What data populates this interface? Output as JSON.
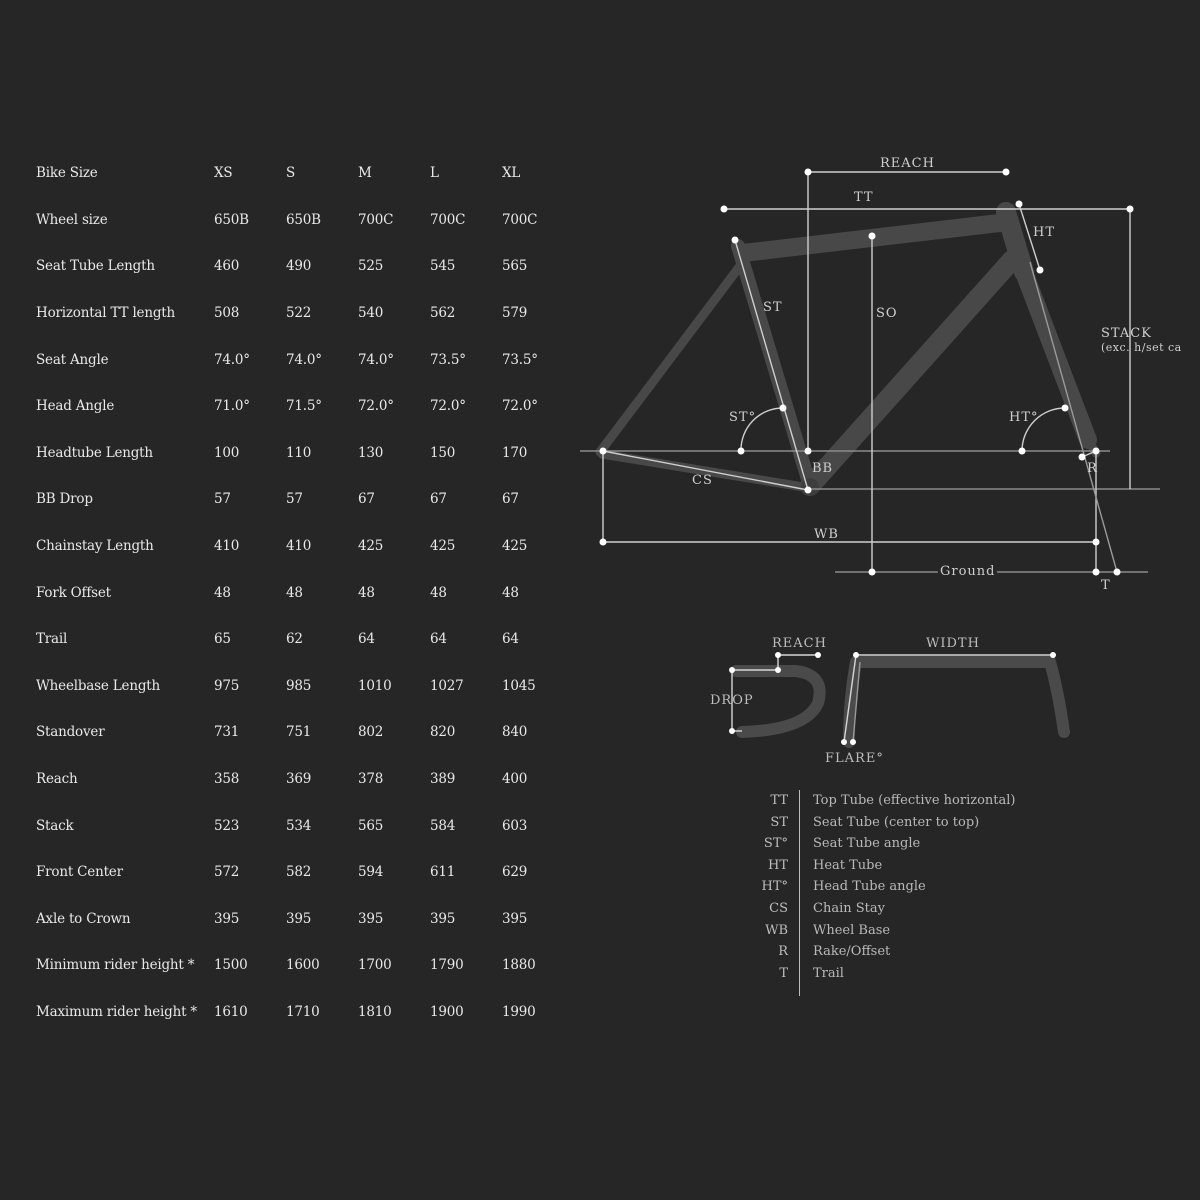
{
  "table": {
    "header": {
      "label": "Bike Size",
      "sizes": [
        "XS",
        "S",
        "M",
        "L",
        "XL"
      ]
    },
    "rows": [
      {
        "label": "Wheel size",
        "values": [
          "650B",
          "650B",
          "700C",
          "700C",
          "700C"
        ]
      },
      {
        "label": "Seat Tube Length",
        "values": [
          "460",
          "490",
          "525",
          "545",
          "565"
        ]
      },
      {
        "label": "Horizontal TT length",
        "values": [
          "508",
          "522",
          "540",
          "562",
          "579"
        ]
      },
      {
        "label": "Seat Angle",
        "values": [
          "74.0°",
          "74.0°",
          "74.0°",
          "73.5°",
          "73.5°"
        ]
      },
      {
        "label": "Head Angle",
        "values": [
          "71.0°",
          "71.5°",
          "72.0°",
          "72.0°",
          "72.0°"
        ]
      },
      {
        "label": "Headtube Length",
        "values": [
          "100",
          "110",
          "130",
          "150",
          "170"
        ]
      },
      {
        "label": "BB Drop",
        "values": [
          "57",
          "57",
          "67",
          "67",
          "67"
        ]
      },
      {
        "label": "Chainstay Length",
        "values": [
          "410",
          "410",
          "425",
          "425",
          "425"
        ]
      },
      {
        "label": "Fork Offset",
        "values": [
          "48",
          "48",
          "48",
          "48",
          "48"
        ]
      },
      {
        "label": "Trail",
        "values": [
          "65",
          "62",
          "64",
          "64",
          "64"
        ]
      },
      {
        "label": "Wheelbase Length",
        "values": [
          "975",
          "985",
          "1010",
          "1027",
          "1045"
        ]
      },
      {
        "label": "Standover",
        "values": [
          "731",
          "751",
          "802",
          "820",
          "840"
        ]
      },
      {
        "label": "Reach",
        "values": [
          "358",
          "369",
          "378",
          "389",
          "400"
        ]
      },
      {
        "label": "Stack",
        "values": [
          "523",
          "534",
          "565",
          "584",
          "603"
        ]
      },
      {
        "label": "Front Center",
        "values": [
          "572",
          "582",
          "594",
          "611",
          "629"
        ]
      },
      {
        "label": "Axle to Crown",
        "values": [
          "395",
          "395",
          "395",
          "395",
          "395"
        ]
      },
      {
        "label": "Minimum rider height *",
        "values": [
          "1500",
          "1600",
          "1700",
          "1790",
          "1880"
        ]
      },
      {
        "label": "Maximum rider height *",
        "values": [
          "1610",
          "1710",
          "1810",
          "1900",
          "1990"
        ]
      }
    ]
  },
  "frame_diagram": {
    "reach": "REACH",
    "tt": "TT",
    "ht": "HT",
    "st": "ST",
    "so": "SO",
    "stack": "STACK",
    "stack_note": "(exc. h/set ca",
    "st_angle": "ST°",
    "ht_angle": "HT°",
    "bb": "BB",
    "cs": "CS",
    "r": "R",
    "wb": "WB",
    "ground": "Ground",
    "t": "T"
  },
  "bar_diagram": {
    "reach": "REACH",
    "width": "WIDTH",
    "drop": "DROP",
    "flare": "FLARE°"
  },
  "legend": [
    {
      "abbr": "TT",
      "desc": "Top Tube (effective horizontal)"
    },
    {
      "abbr": "ST",
      "desc": "Seat Tube (center to top)"
    },
    {
      "abbr": "ST°",
      "desc": "Seat Tube angle"
    },
    {
      "abbr": "HT",
      "desc": "Heat Tube"
    },
    {
      "abbr": "HT°",
      "desc": "Head Tube angle"
    },
    {
      "abbr": "CS",
      "desc": "Chain Stay"
    },
    {
      "abbr": "WB",
      "desc": "Wheel Base"
    },
    {
      "abbr": "R",
      "desc": "Rake/Offset"
    },
    {
      "abbr": "T",
      "desc": "Trail"
    }
  ],
  "colors": {
    "background": "#262626",
    "frame": "#4a4a4a",
    "line": "#e0e0e0",
    "text": "#e9e9e9"
  }
}
